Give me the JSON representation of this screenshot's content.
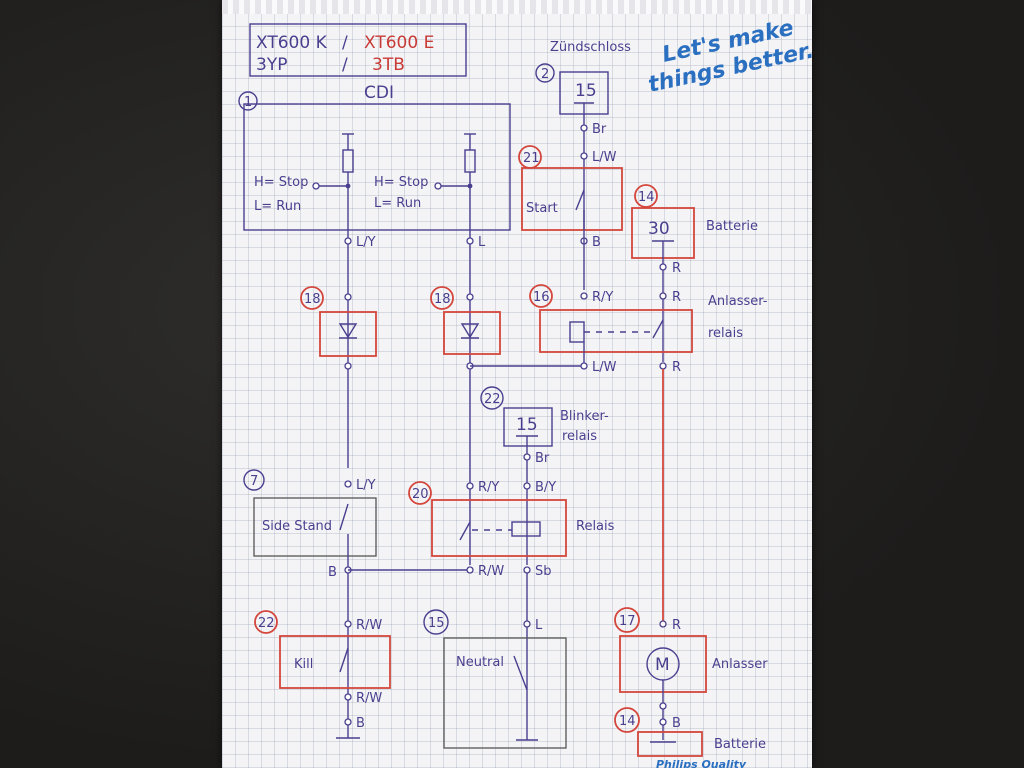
{
  "header": {
    "model_left": "XT600 K",
    "model_right": "XT600 E",
    "code_left": "3YP",
    "code_right": "3TB",
    "sep": "/"
  },
  "watermark": {
    "line1": "Let's make",
    "line2": "things better.",
    "brand": "Philips Quality"
  },
  "components": {
    "cdi": {
      "num": "1",
      "label": "CDI",
      "h_stop": "H= Stop",
      "l_run": "L= Run"
    },
    "ignition": {
      "num": "2",
      "label": "Zündschloss",
      "terminal": "15"
    },
    "start": {
      "num": "21",
      "label": "Start"
    },
    "battery_top": {
      "num": "14",
      "label": "Batterie",
      "terminal": "30"
    },
    "diode_left": {
      "num": "18"
    },
    "diode_right": {
      "num": "18"
    },
    "starter_relay": {
      "num": "16",
      "label1": "Anlasser-",
      "label2": "relais"
    },
    "flasher": {
      "num": "22",
      "terminal": "15",
      "label1": "Blinker-",
      "label2": "relais"
    },
    "side_stand": {
      "num": "7",
      "label": "Side Stand"
    },
    "relay": {
      "num": "20",
      "label": "Relais"
    },
    "kill": {
      "num": "22",
      "label": "Kill"
    },
    "neutral": {
      "num": "15",
      "label": "Neutral"
    },
    "starter": {
      "num": "17",
      "label": "Anlasser",
      "symbol": "M"
    },
    "battery_bottom": {
      "num": "14",
      "label": "Batterie"
    }
  },
  "wires": {
    "br": "Br",
    "l_w": "L/W",
    "b": "B",
    "r": "R",
    "l_y": "L/Y",
    "l": "L",
    "r_y": "R/Y",
    "b_y": "B/Y",
    "r_w": "R/W",
    "sb": "Sb"
  }
}
